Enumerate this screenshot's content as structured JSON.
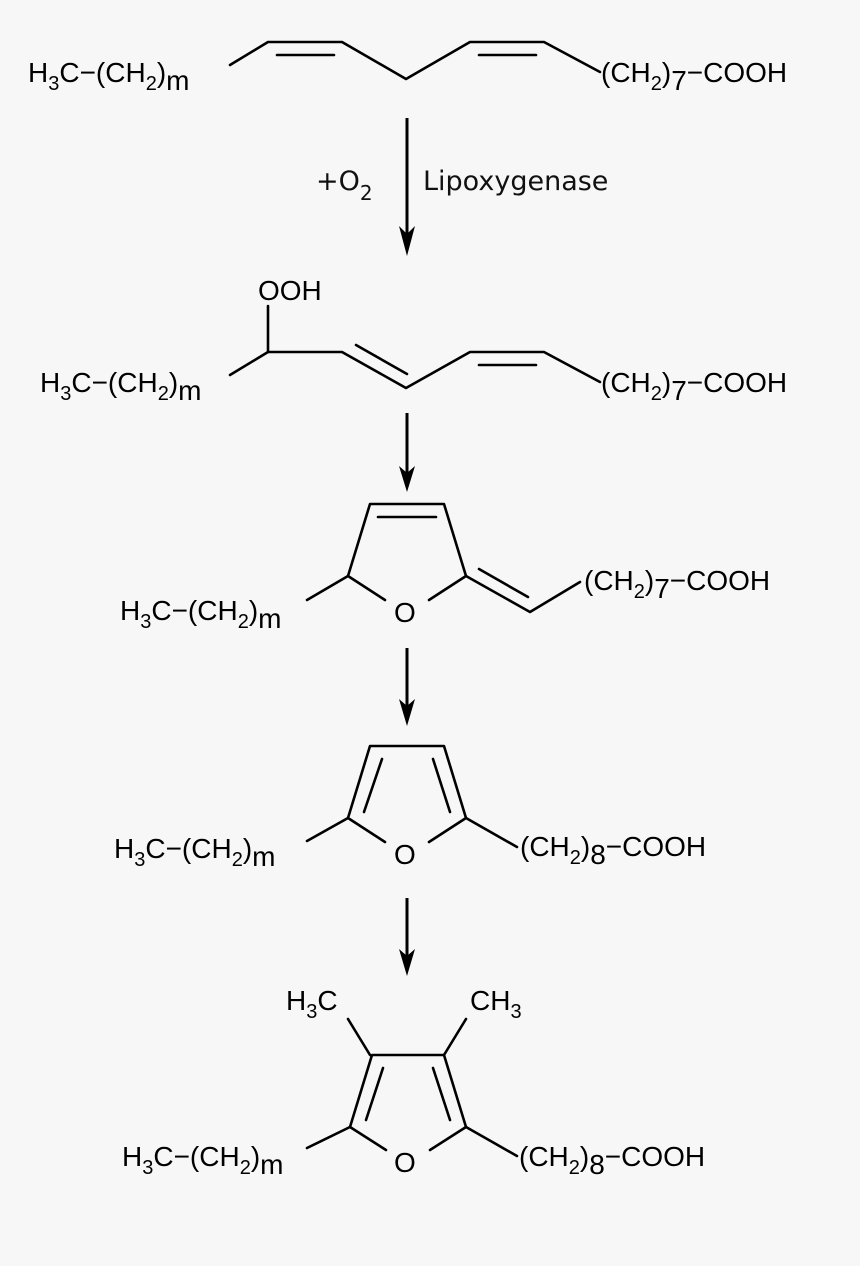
{
  "diagram": {
    "title": "",
    "background_color": "#f7f7f7",
    "ink_color": "#000000",
    "reaction_steps": [
      {
        "reagent": "+O",
        "reagent_subscript": "2",
        "catalyst": "Lipoxygenase"
      }
    ],
    "compounds": [
      {
        "id": "linoleic-acid",
        "left_group": {
          "h3c": "H",
          "h3c_sub": "3",
          "c_link": "C−(CH",
          "ch2_sub": "2",
          "close": ")",
          "m": "m"
        },
        "right_group": {
          "open": "(CH",
          "ch2_sub": "2",
          "close": ")",
          "n": "7",
          "tail": "−COOH"
        }
      },
      {
        "id": "hydroperoxide",
        "substituent": "OOH",
        "left_group": {
          "h3c": "H",
          "h3c_sub": "3",
          "c_link": "C−(CH",
          "ch2_sub": "2",
          "close": ")",
          "m": "m"
        },
        "right_group": {
          "open": "(CH",
          "ch2_sub": "2",
          "close": ")",
          "n": "7",
          "tail": "−COOH"
        }
      },
      {
        "id": "dihydrofuran-intermediate",
        "ring_atom": "O",
        "left_group": {
          "h3c": "H",
          "h3c_sub": "3",
          "c_link": "C−(CH",
          "ch2_sub": "2",
          "close": ")",
          "m": "m"
        },
        "right_group": {
          "open": "(CH",
          "ch2_sub": "2",
          "close": ")",
          "n": "7",
          "tail": "−COOH"
        }
      },
      {
        "id": "furan-fatty-acid",
        "ring_atom": "O",
        "left_group": {
          "h3c": "H",
          "h3c_sub": "3",
          "c_link": "C−(CH",
          "ch2_sub": "2",
          "close": ")",
          "m": "m"
        },
        "right_group": {
          "open": "(CH",
          "ch2_sub": "2",
          "close": ")",
          "n": "8",
          "tail": "−COOH"
        }
      },
      {
        "id": "dimethylfuran-fatty-acid",
        "ring_atom": "O",
        "methyl_left": {
          "h": "H",
          "sub": "3",
          "c": "C"
        },
        "methyl_right": {
          "ch": "CH",
          "sub": "3"
        },
        "left_group": {
          "h3c": "H",
          "h3c_sub": "3",
          "c_link": "C−(CH",
          "ch2_sub": "2",
          "close": ")",
          "m": "m"
        },
        "right_group": {
          "open": "(CH",
          "ch2_sub": "2",
          "close": ")",
          "n": "8",
          "tail": "−COOH"
        }
      }
    ],
    "arrows": [
      {
        "from": "linoleic-acid",
        "to": "hydroperoxide",
        "labeled": true
      },
      {
        "from": "hydroperoxide",
        "to": "dihydrofuran-intermediate",
        "labeled": false
      },
      {
        "from": "dihydrofuran-intermediate",
        "to": "furan-fatty-acid",
        "labeled": false
      },
      {
        "from": "furan-fatty-acid",
        "to": "dimethylfuran-fatty-acid",
        "labeled": false
      }
    ]
  }
}
